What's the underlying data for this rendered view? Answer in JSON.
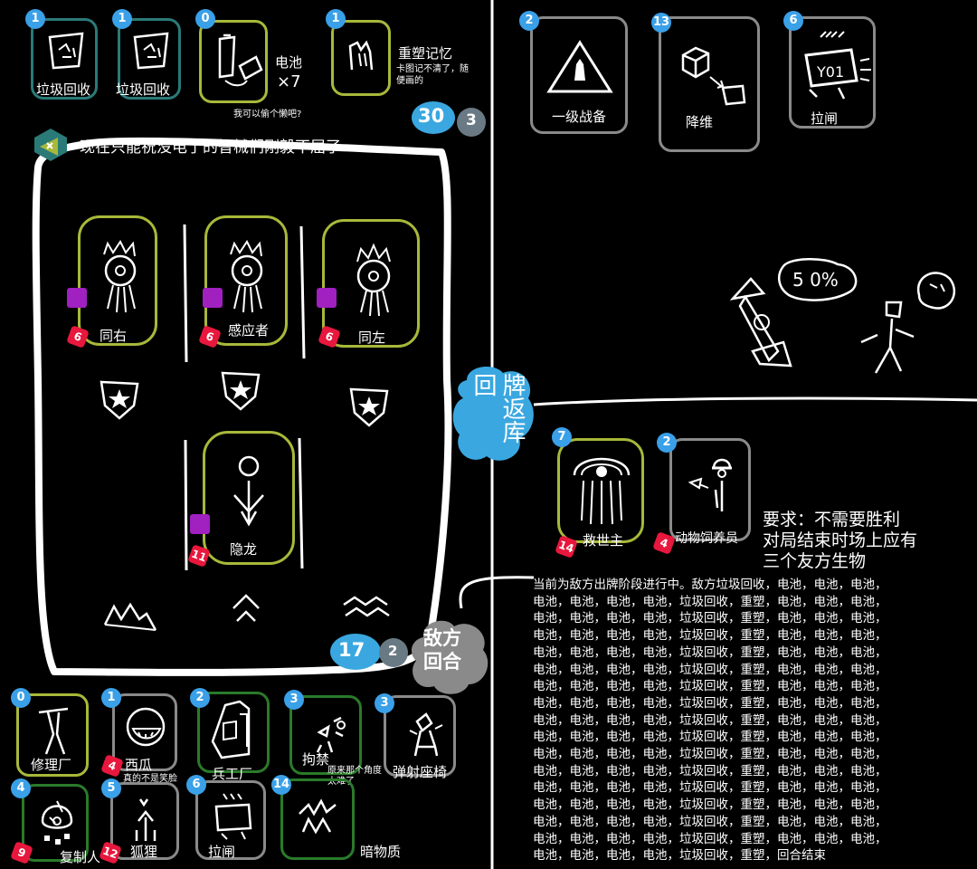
{
  "top_hand": [
    {
      "cost": "1",
      "name": "垃圾回收",
      "icon": "recycle-icon"
    },
    {
      "cost": "1",
      "name": "垃圾回收",
      "icon": "recycle-icon"
    },
    {
      "cost": "0",
      "name": "电池",
      "icon": "battery-icon",
      "count": "×7",
      "note": "我可以偷个懒吧?"
    },
    {
      "cost": "1",
      "name": "重塑记忆",
      "icon": "hand-icon",
      "note": "卡图记不清了，随便画的"
    }
  ],
  "deck_counters": {
    "left": "30",
    "right": "3"
  },
  "enemy_cards": [
    {
      "cost": "2",
      "name": "一级战备",
      "icon": "warning-icon"
    },
    {
      "cost": "13",
      "name": "降维",
      "icon": "cube-icon"
    },
    {
      "cost": "6",
      "name": "拉闸",
      "icon": "switch-icon"
    }
  ],
  "board_title": "现在只能祝没电了的智械们刚毅不屈了",
  "board_units": [
    {
      "name": "同右",
      "hp": "6",
      "icon": "sentinel-icon"
    },
    {
      "name": "感应者",
      "hp": "6",
      "icon": "sentinel-icon"
    },
    {
      "name": "同左",
      "hp": "6",
      "icon": "sentinel-icon"
    },
    {
      "name": "隐龙",
      "hp": "11",
      "icon": "hidden-dragon-icon"
    }
  ],
  "return_label": "牌返库回",
  "turn_counters": {
    "left": "17",
    "right": "2"
  },
  "turn_label": "敌方回合",
  "enemy_board": [
    {
      "cost": "7",
      "name": "救世主",
      "hp": "14",
      "icon": "savior-icon"
    },
    {
      "cost": "2",
      "name": "动物饲养员",
      "hp": "4",
      "icon": "keeper-icon"
    }
  ],
  "requirement": [
    "要求：不需要胜利",
    "对局结束时场上应有",
    "三个友方生物"
  ],
  "log_lines": [
    "当前为敌方出牌阶段进行中。敌方垃圾回收，电池，电池，电池，",
    "电池，电池，电池，电池，垃圾回收，重塑，电池，电池，电池，",
    "电池，电池，电池，电池，垃圾回收，重塑，电池，电池，电池，",
    "电池，电池，电池，电池，垃圾回收，重塑，电池，电池，电池，",
    "电池，电池，电池，电池，垃圾回收，重塑，电池，电池，电池，",
    "电池，电池，电池，电池，垃圾回收，重塑，电池，电池，电池，",
    "电池，电池，电池，电池，垃圾回收，重塑，电池，电池，电池，",
    "电池，电池，电池，电池，垃圾回收，重塑，电池，电池，电池，",
    "电池，电池，电池，电池，垃圾回收，重塑，电池，电池，电池，",
    "电池，电池，电池，电池，垃圾回收，重塑，电池，电池，电池，",
    "电池，电池，电池，电池，垃圾回收，重塑，电池，电池，电池，",
    "电池，电池，电池，电池，垃圾回收，重塑，电池，电池，电池，",
    "电池，电池，电池，电池，垃圾回收，重塑，电池，电池，电池，",
    "电池，电池，电池，电池，垃圾回收，重塑，电池，电池，电池，",
    "电池，电池，电池，电池，垃圾回收，重塑，电池，电池，电池，",
    "电池，电池，电池，电池，垃圾回收，重塑，电池，电池，电池，",
    "电池，电池，电池，电池，垃圾回收，重塑，回合结束"
  ],
  "bottom_hand": [
    {
      "cost": "0",
      "name": "修理厂",
      "icon": "repair-icon"
    },
    {
      "cost": "1",
      "name": "西瓜",
      "hp": "4",
      "note": "真的不是笑脸",
      "icon": "watermelon-icon"
    },
    {
      "cost": "2",
      "name": "兵工厂",
      "icon": "factory-icon"
    },
    {
      "cost": "3",
      "name": "拘禁",
      "note": "原来那个角度太难了",
      "icon": "detain-icon"
    },
    {
      "cost": "3",
      "name": "弹射座椅",
      "icon": "eject-icon"
    },
    {
      "cost": "4",
      "name": "复制人",
      "hp": "9",
      "icon": "replicant-icon"
    },
    {
      "cost": "5",
      "name": "狐狸",
      "hp": "12",
      "icon": "fox-icon"
    },
    {
      "cost": "6",
      "name": "拉闸",
      "icon": "switch-icon"
    },
    {
      "cost": "14",
      "name": "暗物质",
      "icon": "dark-matter-icon"
    }
  ],
  "colors": {
    "cost": "#3aa0e8",
    "hp": "#e8173d",
    "olive": "#a8b83a",
    "teal": "#2a7a78",
    "gray": "#8a8a8a",
    "green": "#2a7a2a",
    "cloud": "#3aa7e0",
    "purple": "#a020c0"
  }
}
